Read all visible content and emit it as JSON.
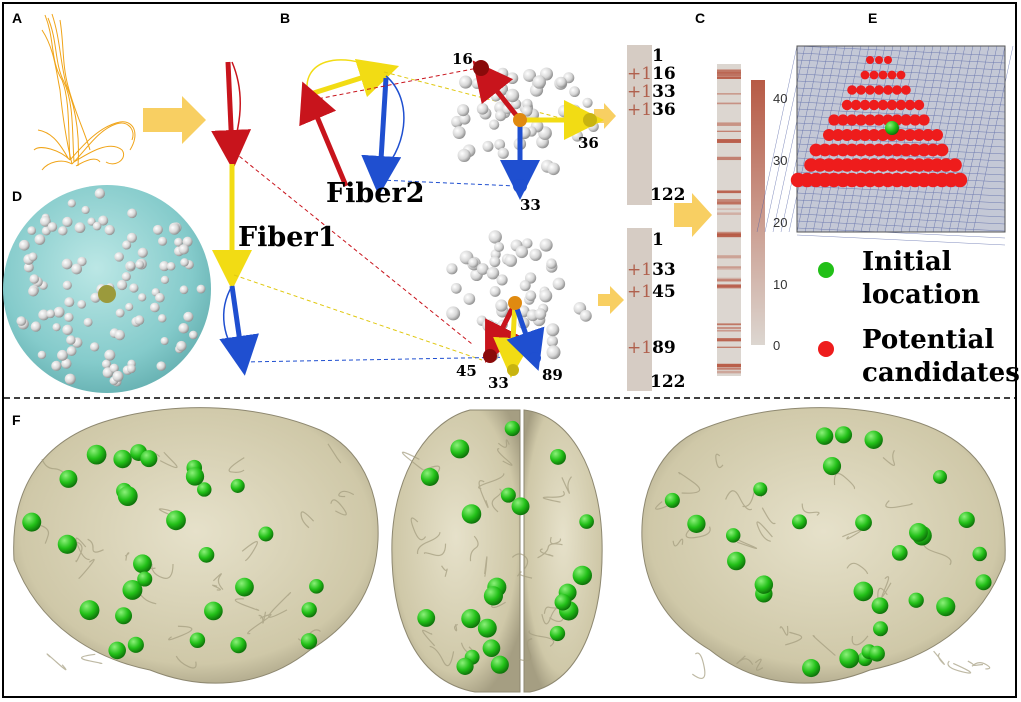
{
  "panels": {
    "A": "A",
    "B": "B",
    "C": "C",
    "D": "D",
    "E": "E",
    "F": "F"
  },
  "fiber_labels": {
    "fiber1": "Fiber1",
    "fiber2": "Fiber2"
  },
  "node_labels": {
    "n16": "16",
    "n36": "36",
    "n33_top": "33",
    "n45": "45",
    "n33_bottom": "33",
    "n89": "89"
  },
  "vector_top": [
    {
      "plus": "",
      "value": "1"
    },
    {
      "plus": "+1",
      "value": "16"
    },
    {
      "plus": "+1",
      "value": "33"
    },
    {
      "plus": "+1",
      "value": "36"
    },
    {
      "plus": "",
      "value": "122"
    }
  ],
  "vector_bottom": [
    {
      "plus": "",
      "value": "1"
    },
    {
      "plus": "+1",
      "value": "33"
    },
    {
      "plus": "+1",
      "value": "45"
    },
    {
      "plus": "+1",
      "value": "89"
    },
    {
      "plus": "",
      "value": "122"
    }
  ],
  "colorbar_ticks": [
    "40",
    "30",
    "20",
    "10",
    "0"
  ],
  "legend": {
    "initial_line1": "Initial",
    "initial_line2": "location",
    "candidates_line1": "Potential",
    "candidates_line2": "candidates"
  },
  "colors": {
    "fiber_red": "#c8141c",
    "fiber_yellow": "#f2dc14",
    "fiber_blue": "#1f4fd0",
    "arrow_fill": "#f8cf62",
    "sphere": "#7ec8c8",
    "brain": "#d8d2b8",
    "green": "#22c018",
    "red_dot": "#ee1c1c",
    "bar": "#d6ccc4",
    "accent": "#b0604d"
  }
}
